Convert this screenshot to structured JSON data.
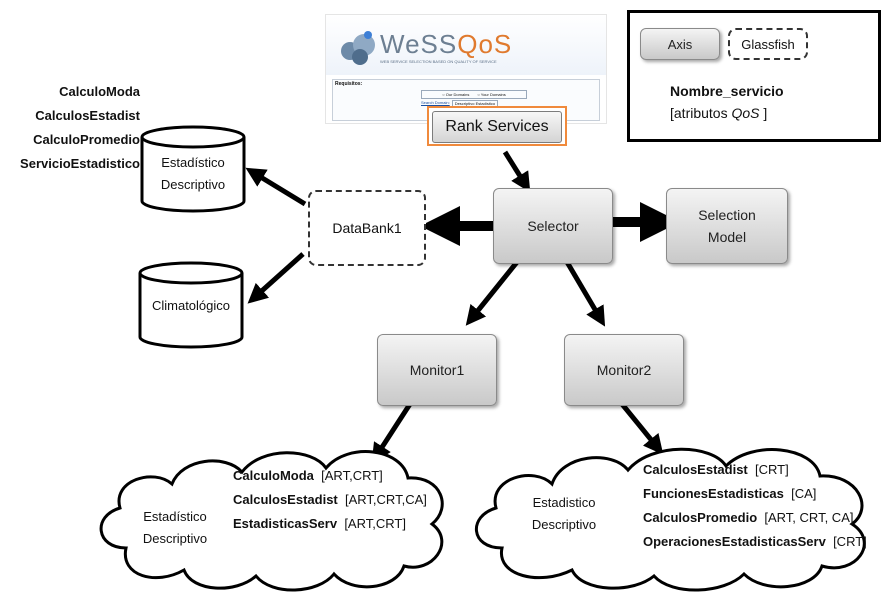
{
  "top_left_services": [
    "CalculoModa",
    "CalculosEstadist",
    "CalculoPromedio",
    "ServicioEstadistico"
  ],
  "databases": {
    "db1": "Estadístico Descriptivo",
    "db2": "Climatológico"
  },
  "nodes": {
    "databank": "DataBank1",
    "selector": "Selector",
    "selection_model": "Selection Model",
    "monitor1": "Monitor1",
    "monitor2": "Monitor2"
  },
  "rank_button": "Rank Services",
  "wessqos": {
    "logo_prefix": "WeSS",
    "logo_suffix": "QoS",
    "tagline": "WEB SERVICE SELECTION BASED ON QUALITY OF SERVICE",
    "requisites": "Requisitos:",
    "radio1": "Our Domains",
    "radio2": "Your Domains",
    "search_label": "Search Domain:",
    "search_value": "Descriptivo Estadístico"
  },
  "legend": {
    "axis": "Axis",
    "glassfish": "Glassfish",
    "nombre": "Nombre_servicio",
    "atributos_prefix": "[atributos ",
    "atributos_qos": "QoS",
    "atributos_suffix": " ]"
  },
  "clouds": {
    "left": {
      "label": "Estadístico Descriptivo"
    },
    "right": {
      "label": "Estadistico Descriptivo"
    }
  },
  "monitor1_services": [
    {
      "name": "CalculoModa",
      "attrs": "[ART,CRT]"
    },
    {
      "name": "CalculosEstadist",
      "attrs": "[ART,CRT,CA]"
    },
    {
      "name": "EstadisticasServ",
      "attrs": "[ART,CRT]"
    }
  ],
  "monitor2_services": [
    {
      "name": "CalculosEstadist",
      "attrs": "[CRT]"
    },
    {
      "name": "FuncionesEstadisticas",
      "attrs": "[CA]"
    },
    {
      "name": "CalculosPromedio",
      "attrs": "[ART, CRT,  CA]"
    },
    {
      "name": "OperacionesEstadisticasServ",
      "attrs": "[CRT]"
    }
  ]
}
